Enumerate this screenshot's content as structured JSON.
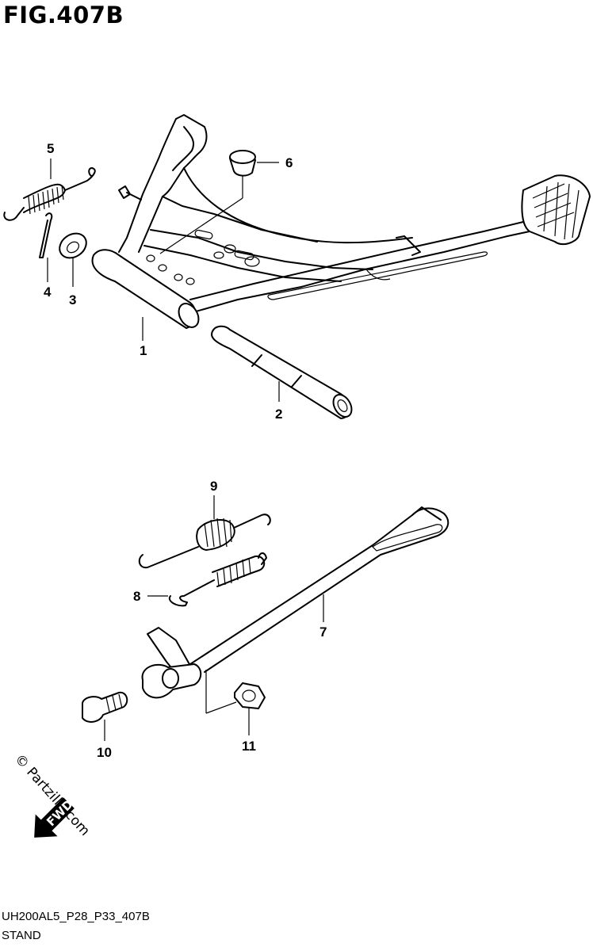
{
  "figure": {
    "title": "FIG.407B"
  },
  "footer": {
    "code": "UH200AL5_P28_P33_407B",
    "name": "STAND"
  },
  "watermark": {
    "text": "© Partzilla.com",
    "fwd_label": "FWD"
  },
  "callouts": {
    "c1": "1",
    "c2": "2",
    "c3": "3",
    "c4": "4",
    "c5": "5",
    "c6": "6",
    "c7": "7",
    "c8": "8",
    "c9": "9",
    "c10": "10",
    "c11": "11"
  }
}
